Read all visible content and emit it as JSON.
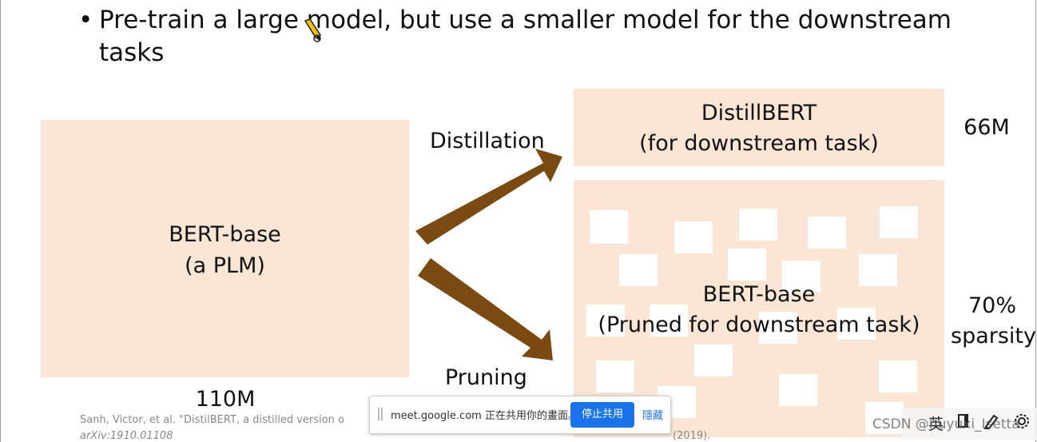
{
  "slide": {
    "bullet_glyph": "•",
    "bullet_line1": "Pre-train a large model, but use a smaller model for the downstream",
    "bullet_line2": "tasks"
  },
  "diagram": {
    "nodes": {
      "bert_base": {
        "line1": "BERT-base",
        "line2": "(a PLM)",
        "size_label": "110M"
      },
      "distilbert": {
        "line1": "DistillBERT",
        "line2": "(for downstream task)",
        "size_label": "66M"
      },
      "pruned_bert": {
        "line1": "BERT-base",
        "line2": "(Pruned for downstream task)",
        "size_line1": "70%",
        "size_line2": "sparsity"
      }
    },
    "edges": [
      {
        "from": "bert_base",
        "to": "distilbert",
        "label": "Distillation"
      },
      {
        "from": "bert_base",
        "to": "pruned_bert",
        "label": "Pruning"
      }
    ],
    "colors": {
      "box_fill": "#fbe5d5",
      "arrow": "#7b4a12",
      "hole": "#ffffff"
    }
  },
  "citation": {
    "line1": "Sanh, Victor, et al. \"DistilBERT, a distilled version o",
    "line2": "arXiv:1910.01108",
    "line3": "(2019)."
  },
  "share_bar": {
    "text": "meet.google.com 正在共用你的畫面。",
    "stop_label": "停止共用",
    "hide_label": "隱藏",
    "stop_color": "#1a73e8"
  },
  "overlay": {
    "watermark": "CSDN @huyuxi_Isetta",
    "tray_ime": "英",
    "tray_icons": [
      "notebook-icon",
      "handwriting-icon",
      "settings-gear-icon"
    ]
  }
}
